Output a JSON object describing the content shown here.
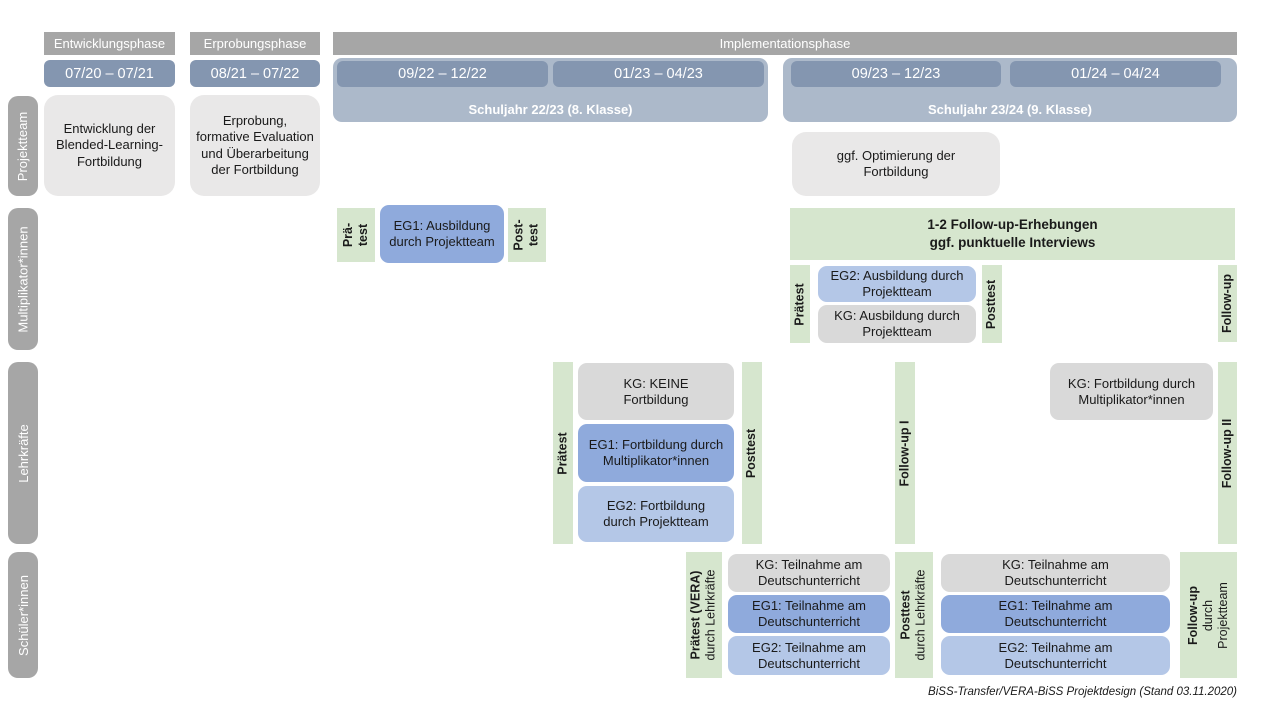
{
  "colors": {
    "bar-gray": "#A6A6A6",
    "date-blue": "#8496B0",
    "schuljahr-blue": "#ACB9CA",
    "task-gray": "#E9E8E8",
    "kg-gray": "#D9D9D9",
    "eg1-blue": "#8FAADC",
    "eg2-blue": "#B4C7E7",
    "green": "#D6E6CE",
    "text-dark": "#1A1A1A"
  },
  "phases": {
    "entwicklung": {
      "header": "Entwicklungsphase",
      "date": "07/20 – 07/21"
    },
    "erprobung": {
      "header": "Erprobungsphase",
      "date": "08/21 – 07/22"
    },
    "implementation": {
      "header": "Implementationsphase"
    }
  },
  "schuljahr1": {
    "date1": "09/22 – 12/22",
    "date2": "01/23 – 04/23",
    "label": "Schuljahr 22/23 (8. Klasse)"
  },
  "schuljahr2": {
    "date1": "09/23 – 12/23",
    "date2": "01/24 – 04/24",
    "label": "Schuljahr 23/24 (9. Klasse)"
  },
  "rows": {
    "projektteam": {
      "label": "Projektteam",
      "entwicklung": "Entwicklung der Blended-Learning-Fortbildung",
      "erprobung": "Erprobung, formative Evaluation und Überarbeitung der Fortbildung",
      "optimierung": "ggf. Optimierung der Fortbildung"
    },
    "multiplikatoren": {
      "label": "Multiplikator*innen",
      "praetest1_line1": "Prä-",
      "praetest1_line2": "test",
      "eg1": "EG1: Ausbildung durch Projektteam",
      "posttest1_line1": "Post-",
      "posttest1_line2": "test",
      "followup_box_line1": "1-2 Follow-up-Erhebungen",
      "followup_box_line2": "ggf. punktuelle Interviews",
      "praetest2": "Prätest",
      "eg2": "EG2: Ausbildung durch Projektteam",
      "kg": "KG: Ausbildung durch Projektteam",
      "posttest2": "Posttest",
      "followup": "Follow-up"
    },
    "lehrkraefte": {
      "label": "Lehrkräfte",
      "praetest": "Prätest",
      "kg1": "KG: KEINE Fortbildung",
      "eg1": "EG1: Fortbildung durch Multiplikator*innen",
      "eg2": "EG2: Fortbildung durch Projektteam",
      "posttest": "Posttest",
      "followup1": "Follow-up I",
      "kg2": "KG: Fortbildung durch Multiplikator*innen",
      "followup2": "Follow-up II"
    },
    "schueler": {
      "label": "Schüler*innen",
      "praetest_line1": "Prätest (VERA)",
      "praetest_line2": "durch Lehrkräfte",
      "kg_left": "KG: Teilnahme am Deutschunterricht",
      "eg1_left": "EG1: Teilnahme am Deutschunterricht",
      "eg2_left": "EG2: Teilnahme am Deutschunterricht",
      "posttest_line1": "Posttest",
      "posttest_line2": "durch Lehrkräfte",
      "kg_right": "KG: Teilnahme am Deutschunterricht",
      "eg1_right": "EG1: Teilnahme am Deutschunterricht",
      "eg2_right": "EG2: Teilnahme am Deutschunterricht",
      "followup_line1": "Follow-up",
      "followup_line2": "durch",
      "followup_line3": "Projektteam"
    }
  },
  "footer": {
    "caption": "BiSS-Transfer/VERA-BiSS Projektdesign (Stand 03.11.2020)"
  }
}
